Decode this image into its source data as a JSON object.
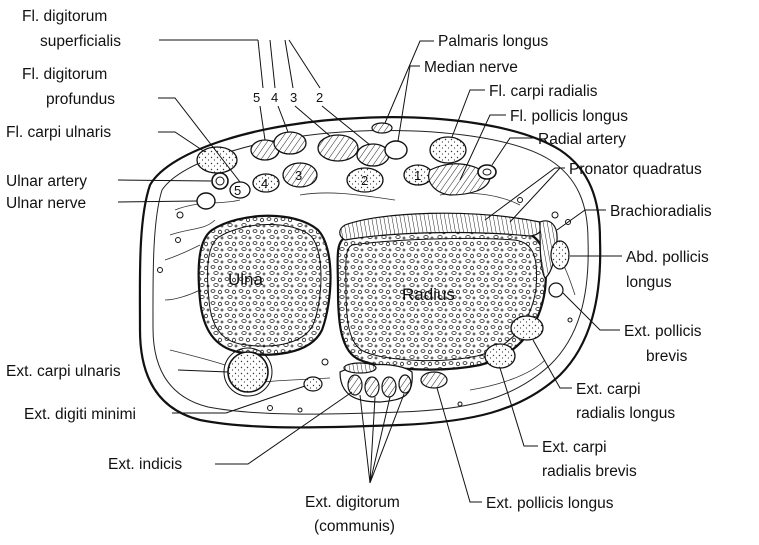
{
  "labels": {
    "fds_1": "Fl. digitorum",
    "fds_2": "superficialis",
    "fdp_1": "Fl. digitorum",
    "fdp_2": "profundus",
    "fcu": "Fl. carpi ulnaris",
    "ulnar_artery": "Ulnar artery",
    "ulnar_nerve": "Ulnar nerve",
    "ulna": "Ulna",
    "radius": "Radius",
    "ecu": "Ext. carpi ulnaris",
    "edm": "Ext. digiti minimi",
    "eind": "Ext. indicis",
    "edc_1": "Ext. digitorum",
    "edc_2": "(communis)",
    "palmaris_longus": "Palmaris longus",
    "median_nerve": "Median nerve",
    "fcr": "Fl. carpi radialis",
    "fpl": "Fl. pollicis longus",
    "radial_artery": "Radial artery",
    "pronator_quadratus": "Pronator quadratus",
    "brachioradialis": "Brachioradialis",
    "apl_1": "Abd. pollicis",
    "apl_2": "longus",
    "epb_1": "Ext. pollicis",
    "epb_2": "brevis",
    "ecrl_1": "Ext. carpi",
    "ecrl_2": "radialis longus",
    "ecrb_1": "Ext. carpi",
    "ecrb_2": "radialis brevis",
    "epl": "Ext. pollicis longus"
  },
  "fds_numbers": [
    "5",
    "4",
    "3",
    "2"
  ],
  "fdp_numbers": [
    "5",
    "4",
    "3",
    "2",
    "1"
  ]
}
